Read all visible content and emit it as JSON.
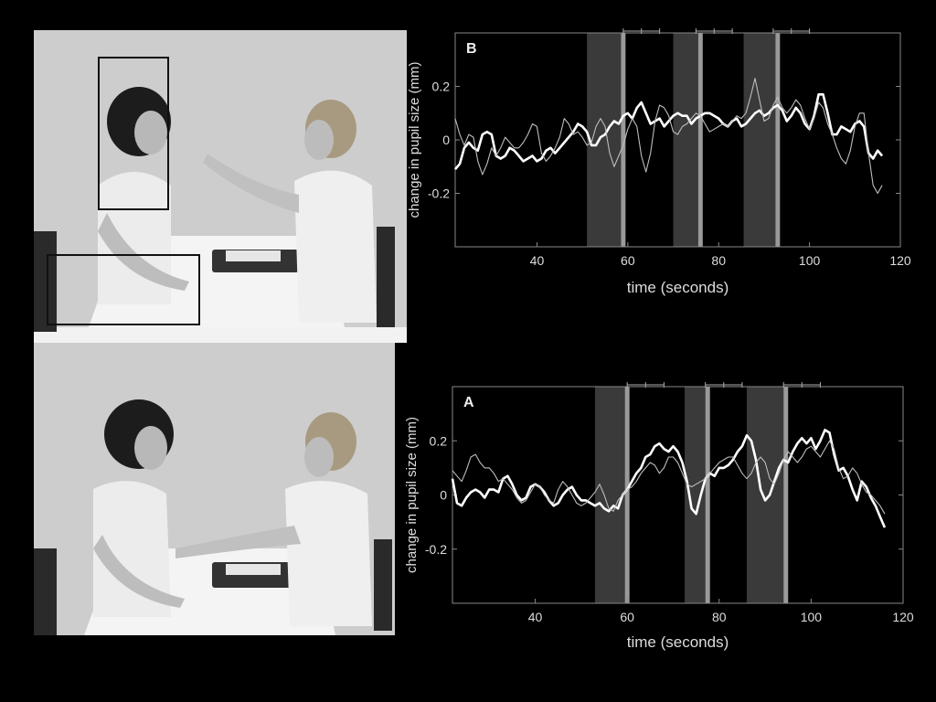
{
  "charts": [
    {
      "id": "chart-b",
      "panel_label": "B",
      "ylabel": "change in pupil size (mm)",
      "xlabel": "time (seconds)",
      "xlim": [
        22,
        120
      ],
      "ylim": [
        -0.4,
        0.4
      ],
      "xticks": [
        40,
        60,
        80,
        100,
        120
      ],
      "yticks": [
        -0.2,
        0,
        0.2
      ],
      "ytick_labels": [
        "-0.2",
        "0",
        "0.2"
      ],
      "dark_bands": [
        [
          51,
          58.5
        ],
        [
          70,
          75.5
        ],
        [
          85.5,
          92.5
        ]
      ],
      "light_bands": [
        [
          58.5,
          59.5
        ],
        [
          75.5,
          76.5
        ],
        [
          92.5,
          93.5
        ]
      ],
      "error_bars": [
        {
          "center": 63,
          "halfwidth": 4
        },
        {
          "center": 79,
          "halfwidth": 4
        },
        {
          "center": 96,
          "halfwidth": 4
        }
      ]
    },
    {
      "id": "chart-a",
      "panel_label": "A",
      "ylabel": "change in pupil size (mm)",
      "xlabel": "time (seconds)",
      "xlim": [
        22,
        120
      ],
      "ylim": [
        -0.4,
        0.4
      ],
      "xticks": [
        40,
        60,
        80,
        100,
        120
      ],
      "yticks": [
        -0.2,
        0,
        0.2
      ],
      "ytick_labels": [
        "-0.2",
        "0",
        "0.2"
      ],
      "dark_bands": [
        [
          53,
          59.5
        ],
        [
          72.5,
          77
        ],
        [
          86,
          94
        ]
      ],
      "light_bands": [
        [
          59.5,
          60.5
        ],
        [
          77,
          78
        ],
        [
          94,
          95
        ]
      ],
      "error_bars": [
        {
          "center": 64,
          "halfwidth": 4
        },
        {
          "center": 81,
          "halfwidth": 4
        },
        {
          "center": 98,
          "halfwidth": 4
        }
      ]
    }
  ],
  "chart_data": [
    {
      "type": "line",
      "panel": "B",
      "xlabel": "time (seconds)",
      "ylabel": "change in pupil size (mm)",
      "xlim": [
        22,
        120
      ],
      "ylim": [
        -0.4,
        0.4
      ],
      "series": [
        {
          "style": "thick",
          "x": [
            22,
            23,
            24,
            25,
            26,
            27,
            28,
            29,
            30,
            31,
            32,
            33,
            34,
            35,
            36,
            37,
            38,
            39,
            40,
            41,
            42,
            43,
            44,
            45,
            46,
            47,
            48,
            49,
            50,
            51,
            52,
            53,
            54,
            55,
            56,
            57,
            58,
            59,
            60,
            61,
            62,
            63,
            64,
            65,
            66,
            67,
            68,
            69,
            70,
            71,
            72,
            73,
            74,
            75,
            76,
            77,
            78,
            79,
            80,
            81,
            82,
            83,
            84,
            85,
            86,
            87,
            88,
            89,
            90,
            91,
            92,
            93,
            94,
            95,
            96,
            97,
            98,
            99,
            100,
            101,
            102,
            103,
            104,
            105,
            106,
            107,
            108,
            109,
            110,
            111,
            112,
            113,
            114,
            115,
            116
          ],
          "y": [
            -0.11,
            -0.09,
            -0.03,
            -0.01,
            -0.03,
            -0.04,
            0.02,
            0.03,
            0.02,
            -0.06,
            -0.07,
            -0.06,
            -0.03,
            -0.04,
            -0.06,
            -0.08,
            -0.07,
            -0.06,
            -0.08,
            -0.07,
            -0.04,
            -0.03,
            -0.05,
            -0.03,
            -0.01,
            0.01,
            0.03,
            0.06,
            0.05,
            0.03,
            -0.02,
            -0.02,
            0.01,
            0.02,
            0.05,
            0.07,
            0.06,
            0.09,
            0.1,
            0.08,
            0.12,
            0.14,
            0.1,
            0.06,
            0.07,
            0.08,
            0.05,
            0.07,
            0.09,
            0.1,
            0.09,
            0.09,
            0.06,
            0.08,
            0.09,
            0.1,
            0.1,
            0.09,
            0.08,
            0.06,
            0.05,
            0.07,
            0.08,
            0.05,
            0.06,
            0.08,
            0.1,
            0.11,
            0.09,
            0.1,
            0.12,
            0.13,
            0.11,
            0.07,
            0.09,
            0.12,
            0.1,
            0.06,
            0.04,
            0.09,
            0.17,
            0.17,
            0.1,
            0.02,
            0.02,
            0.05,
            0.04,
            0.03,
            0.06,
            0.07,
            0.05,
            -0.05,
            -0.07,
            -0.04,
            -0.06
          ]
        },
        {
          "style": "thin",
          "x": [
            22,
            23,
            24,
            25,
            26,
            27,
            28,
            29,
            30,
            31,
            32,
            33,
            34,
            35,
            36,
            37,
            38,
            39,
            40,
            41,
            42,
            43,
            44,
            45,
            46,
            47,
            48,
            49,
            50,
            51,
            52,
            53,
            54,
            55,
            56,
            57,
            58,
            59,
            60,
            61,
            62,
            63,
            64,
            65,
            66,
            67,
            68,
            69,
            70,
            71,
            72,
            73,
            74,
            75,
            76,
            77,
            78,
            79,
            80,
            81,
            82,
            83,
            84,
            85,
            86,
            87,
            88,
            89,
            90,
            91,
            92,
            93,
            94,
            95,
            96,
            97,
            98,
            99,
            100,
            101,
            102,
            103,
            104,
            105,
            106,
            107,
            108,
            109,
            110,
            111,
            112,
            113,
            114,
            115,
            116
          ],
          "y": [
            0.08,
            0.02,
            -0.02,
            0.02,
            0.01,
            -0.08,
            -0.13,
            -0.09,
            -0.03,
            -0.06,
            -0.03,
            0.01,
            -0.01,
            -0.03,
            -0.03,
            -0.01,
            0.02,
            0.06,
            0.05,
            -0.05,
            -0.08,
            -0.06,
            -0.03,
            0.01,
            0.08,
            0.06,
            0.02,
            0.03,
            0.01,
            -0.02,
            -0.01,
            0.05,
            0.08,
            0.05,
            -0.05,
            -0.1,
            -0.06,
            -0.02,
            0.04,
            0.08,
            0.05,
            -0.06,
            -0.12,
            -0.05,
            0.07,
            0.13,
            0.12,
            0.09,
            0.03,
            0.02,
            0.05,
            0.06,
            0.08,
            0.1,
            0.09,
            0.06,
            0.03,
            0.04,
            0.05,
            0.06,
            0.05,
            0.07,
            0.09,
            0.08,
            0.1,
            0.16,
            0.23,
            0.15,
            0.07,
            0.08,
            0.13,
            0.16,
            0.12,
            0.1,
            0.12,
            0.15,
            0.13,
            0.08,
            0.04,
            0.08,
            0.14,
            0.12,
            0.06,
            0.02,
            -0.03,
            -0.07,
            -0.09,
            -0.04,
            0.05,
            0.1,
            0.1,
            -0.05,
            -0.17,
            -0.2,
            -0.17
          ]
        }
      ]
    },
    {
      "type": "line",
      "panel": "A",
      "xlabel": "time (seconds)",
      "ylabel": "change in pupil size (mm)",
      "xlim": [
        22,
        120
      ],
      "ylim": [
        -0.4,
        0.4
      ],
      "series": [
        {
          "style": "thick",
          "x": [
            22,
            23,
            24,
            25,
            26,
            27,
            28,
            29,
            30,
            31,
            32,
            33,
            34,
            35,
            36,
            37,
            38,
            39,
            40,
            41,
            42,
            43,
            44,
            45,
            46,
            47,
            48,
            49,
            50,
            51,
            52,
            53,
            54,
            55,
            56,
            57,
            58,
            59,
            60,
            61,
            62,
            63,
            64,
            65,
            66,
            67,
            68,
            69,
            70,
            71,
            72,
            73,
            74,
            75,
            76,
            77,
            78,
            79,
            80,
            81,
            82,
            83,
            84,
            85,
            86,
            87,
            88,
            89,
            90,
            91,
            92,
            93,
            94,
            95,
            96,
            97,
            98,
            99,
            100,
            101,
            102,
            103,
            104,
            105,
            106,
            107,
            108,
            109,
            110,
            111,
            112,
            113,
            114,
            115,
            116
          ],
          "y": [
            0.06,
            -0.03,
            -0.04,
            -0.01,
            0.01,
            0.02,
            0.01,
            -0.01,
            0.02,
            0.02,
            0.01,
            0.06,
            0.07,
            0.04,
            0.0,
            -0.02,
            -0.01,
            0.03,
            0.04,
            0.03,
            0.01,
            -0.02,
            -0.04,
            -0.03,
            0.0,
            0.02,
            0.03,
            0.0,
            -0.02,
            -0.02,
            -0.03,
            -0.04,
            -0.03,
            -0.05,
            -0.06,
            -0.04,
            -0.05,
            0.0,
            0.02,
            0.05,
            0.08,
            0.1,
            0.14,
            0.15,
            0.18,
            0.19,
            0.17,
            0.16,
            0.18,
            0.16,
            0.12,
            0.05,
            -0.05,
            -0.07,
            0.0,
            0.06,
            0.08,
            0.07,
            0.1,
            0.1,
            0.11,
            0.13,
            0.16,
            0.18,
            0.22,
            0.2,
            0.13,
            0.02,
            -0.02,
            0.0,
            0.05,
            0.1,
            0.13,
            0.12,
            0.16,
            0.19,
            0.21,
            0.19,
            0.21,
            0.17,
            0.2,
            0.24,
            0.23,
            0.15,
            0.09,
            0.1,
            0.07,
            0.02,
            -0.02,
            0.05,
            0.03,
            -0.01,
            -0.04,
            -0.08,
            -0.12
          ]
        },
        {
          "style": "thin",
          "x": [
            22,
            23,
            24,
            25,
            26,
            27,
            28,
            29,
            30,
            31,
            32,
            33,
            34,
            35,
            36,
            37,
            38,
            39,
            40,
            41,
            42,
            43,
            44,
            45,
            46,
            47,
            48,
            49,
            50,
            51,
            52,
            53,
            54,
            55,
            56,
            57,
            58,
            59,
            60,
            61,
            62,
            63,
            64,
            65,
            66,
            67,
            68,
            69,
            70,
            71,
            72,
            73,
            74,
            75,
            76,
            77,
            78,
            79,
            80,
            81,
            82,
            83,
            84,
            85,
            86,
            87,
            88,
            89,
            90,
            91,
            92,
            93,
            94,
            95,
            96,
            97,
            98,
            99,
            100,
            101,
            102,
            103,
            104,
            105,
            106,
            107,
            108,
            109,
            110,
            111,
            112,
            113,
            114,
            115,
            116
          ],
          "y": [
            0.09,
            0.07,
            0.05,
            0.09,
            0.14,
            0.15,
            0.12,
            0.1,
            0.1,
            0.08,
            0.05,
            0.06,
            0.04,
            0.02,
            -0.01,
            -0.03,
            -0.02,
            0.01,
            0.04,
            0.03,
            0.0,
            -0.02,
            -0.03,
            0.02,
            0.05,
            0.03,
            0.0,
            -0.03,
            -0.04,
            -0.03,
            -0.01,
            0.01,
            0.04,
            0.0,
            -0.05,
            -0.06,
            -0.02,
            0.0,
            0.02,
            0.03,
            0.05,
            0.08,
            0.1,
            0.12,
            0.11,
            0.08,
            0.1,
            0.14,
            0.14,
            0.12,
            0.08,
            0.04,
            0.03,
            0.04,
            0.05,
            0.06,
            0.08,
            0.1,
            0.12,
            0.13,
            0.14,
            0.14,
            0.11,
            0.08,
            0.06,
            0.08,
            0.12,
            0.14,
            0.12,
            0.06,
            0.04,
            0.08,
            0.13,
            0.16,
            0.14,
            0.12,
            0.14,
            0.17,
            0.18,
            0.16,
            0.14,
            0.17,
            0.2,
            0.17,
            0.1,
            0.06,
            0.07,
            0.1,
            0.08,
            0.04,
            0.01,
            0.0,
            -0.02,
            -0.04,
            -0.07
          ]
        }
      ]
    }
  ]
}
